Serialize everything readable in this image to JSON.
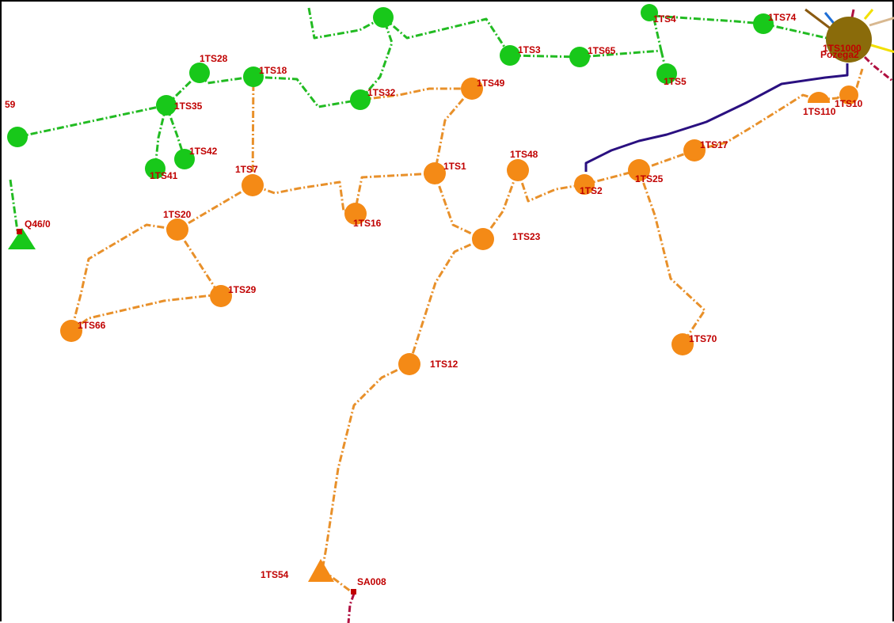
{
  "colors": {
    "green_node": "#18c81a",
    "green_line": "#22bb22",
    "orange_node": "#f48a16",
    "orange_line": "#e8902a",
    "label": "#c00000",
    "station": "#8a6b0a",
    "purple_line": "#2a1080",
    "crimson_line": "#b01040",
    "brown_line": "#8a5a10",
    "blue_line": "#1f6fd6",
    "yellow_line": "#f2e000",
    "tan_line": "#d8b890"
  },
  "network": {
    "labels": {
      "ts59": "59",
      "ts28": "1TS28",
      "ts18": "1TS18",
      "ts35": "1TS35",
      "ts42": "1TS42",
      "ts41": "1TS41",
      "ts32": "1TS32",
      "ts3": "1TS3",
      "ts65": "1TS65",
      "ts4": "1TS4",
      "ts74": "1TS74",
      "ts5": "1TS5",
      "ts1000": "1TS1000",
      "pozega": "Pozega2",
      "ts10": "1TS10",
      "ts110": "1TS110",
      "ts49": "1TS49",
      "ts48": "1TS48",
      "ts1": "1TS1",
      "ts7": "1TS7",
      "ts16": "1TS16",
      "ts20": "1TS20",
      "ts23": "1TS23",
      "ts2": "1TS2",
      "ts25": "1TS25",
      "ts17": "1TS17",
      "ts29": "1TS29",
      "ts66": "1TS66",
      "ts70": "1TS70",
      "ts12": "1TS12",
      "ts54": "1TS54",
      "sa008": "SA008",
      "q46": "Q46/0"
    }
  }
}
